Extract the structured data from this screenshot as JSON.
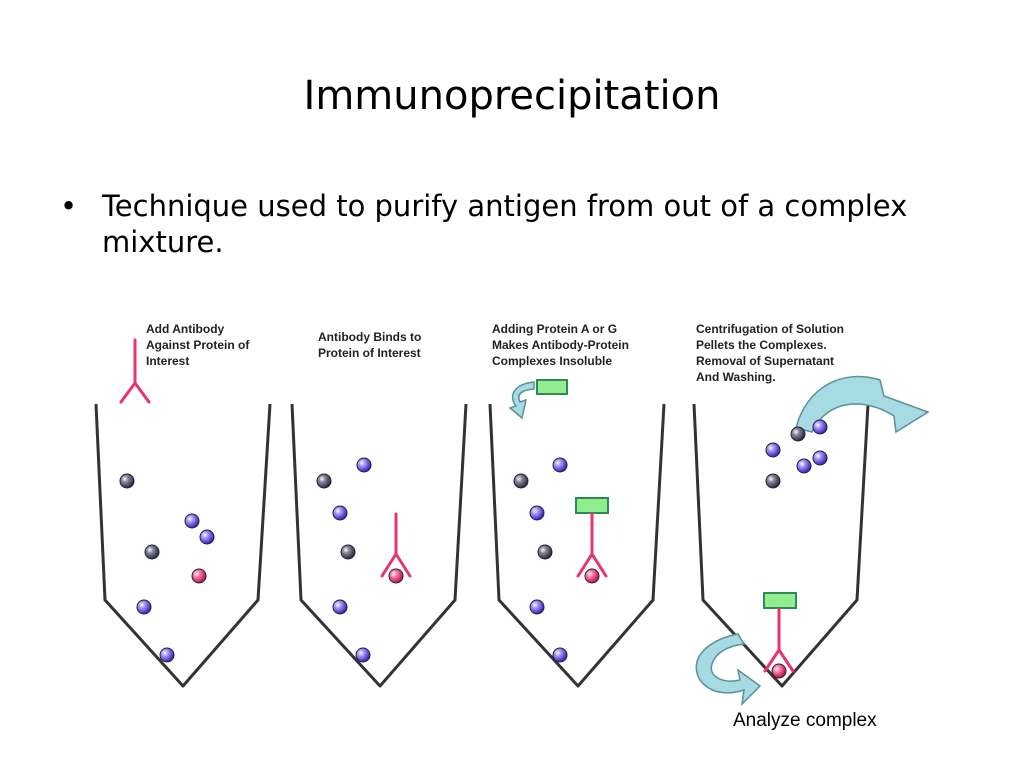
{
  "slide": {
    "title": "Immunoprecipitation",
    "bullets": [
      {
        "marker": "•",
        "text": "Technique used to purify antigen from out of a complex mixture."
      }
    ]
  },
  "diagram": {
    "steps": [
      {
        "id": "step-1",
        "label_lines": [
          "Add Antibody",
          "Against Protein of",
          "Interest"
        ]
      },
      {
        "id": "step-2",
        "label_lines": [
          "Antibody Binds to",
          "Protein of Interest"
        ]
      },
      {
        "id": "step-3",
        "label_lines": [
          "Adding Protein A or G",
          "Makes Antibody-Protein",
          "Complexes Insoluble"
        ]
      },
      {
        "id": "step-4",
        "label_lines": [
          "Centrifugation of Solution",
          "Pellets the Complexes.",
          "Removal of Supernatant",
          "And Washing."
        ]
      }
    ],
    "caption": "Analyze complex",
    "colors": {
      "tube_outline": "#333333",
      "antibody": "#e8336d",
      "target_protein": "#e8336d",
      "other_protein": "#5a3fd6",
      "dark_protein": "#454545",
      "protein_ag_fill": "#90ee90",
      "protein_ag_stroke": "#2e8b57",
      "arrow_fill": "#a7dbe4",
      "arrow_stroke": "#5b8f99"
    }
  }
}
